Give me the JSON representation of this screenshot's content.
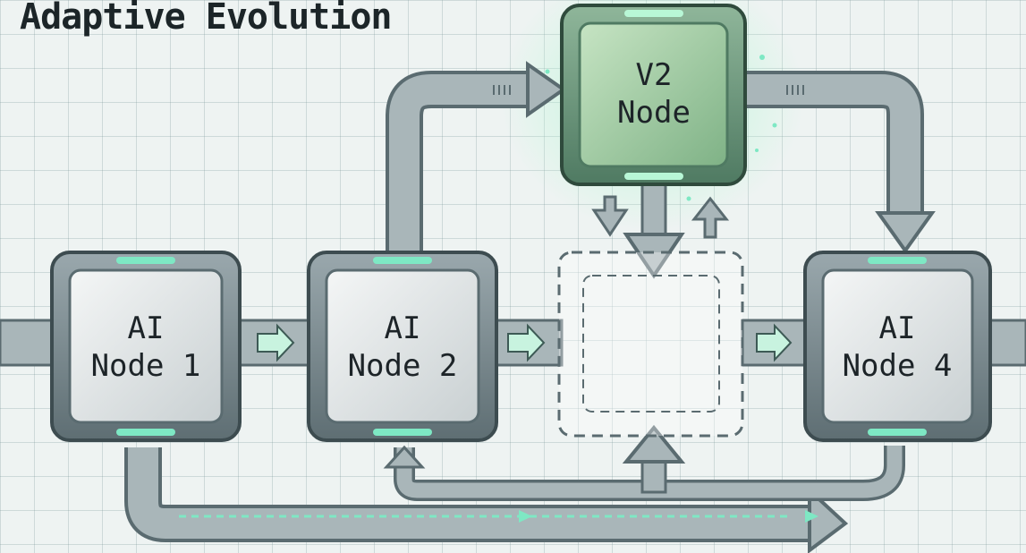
{
  "title": "Adaptive Evolution",
  "nodes": {
    "node1": {
      "line1": "AI",
      "line2": "Node 1"
    },
    "node2": {
      "line1": "AI",
      "line2": "Node 2"
    },
    "v2": {
      "line1": "V2",
      "line2": "Node"
    },
    "node4": {
      "line1": "AI",
      "line2": "Node 4"
    }
  },
  "colors": {
    "accent_glow": "#7ee8c4",
    "v2_fill": "#9ccc9f",
    "pipe": "#8aa0a4",
    "pipe_dark": "#4f6468",
    "node_frame": "#7e8e93"
  }
}
